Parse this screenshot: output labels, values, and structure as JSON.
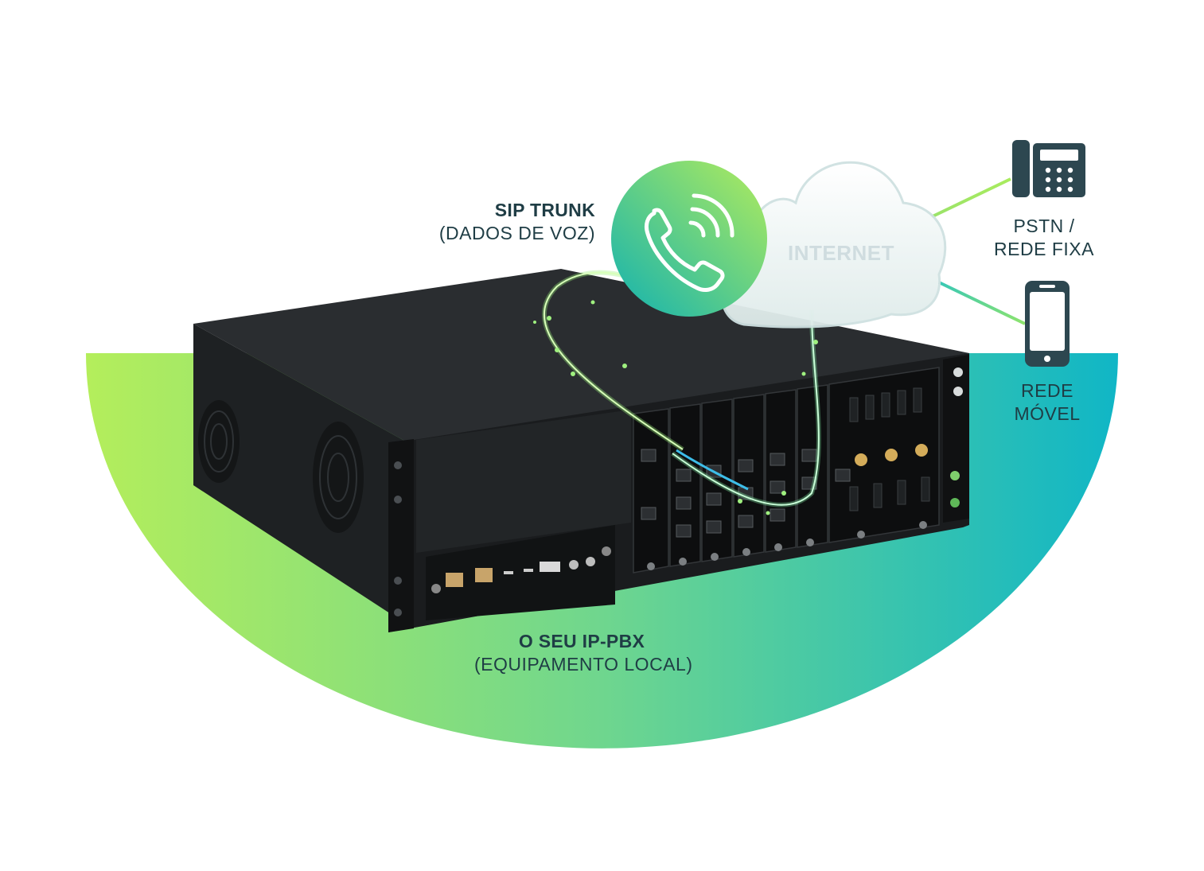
{
  "sip_trunk": {
    "title": "SIP TRUNK",
    "subtitle": "(DADOS DE VOZ)"
  },
  "cloud": {
    "label": "INTERNET"
  },
  "pstn": {
    "line1": "PSTN /",
    "line2": "REDE FIXA"
  },
  "mobile": {
    "line1": "REDE",
    "line2": "MÓVEL"
  },
  "pbx": {
    "title": "O SEU IP-PBX",
    "subtitle": "(EQUIPAMENTO LOCAL)"
  },
  "colors": {
    "gradient_start": "#b2ef5c",
    "gradient_end": "#12b7c4",
    "text": "#1f3d45",
    "device": "#1c1f21",
    "phone_icon": "#2d4750"
  },
  "icons": [
    "phone-call-icon",
    "desk-phone-icon",
    "smartphone-icon",
    "cloud-icon"
  ]
}
